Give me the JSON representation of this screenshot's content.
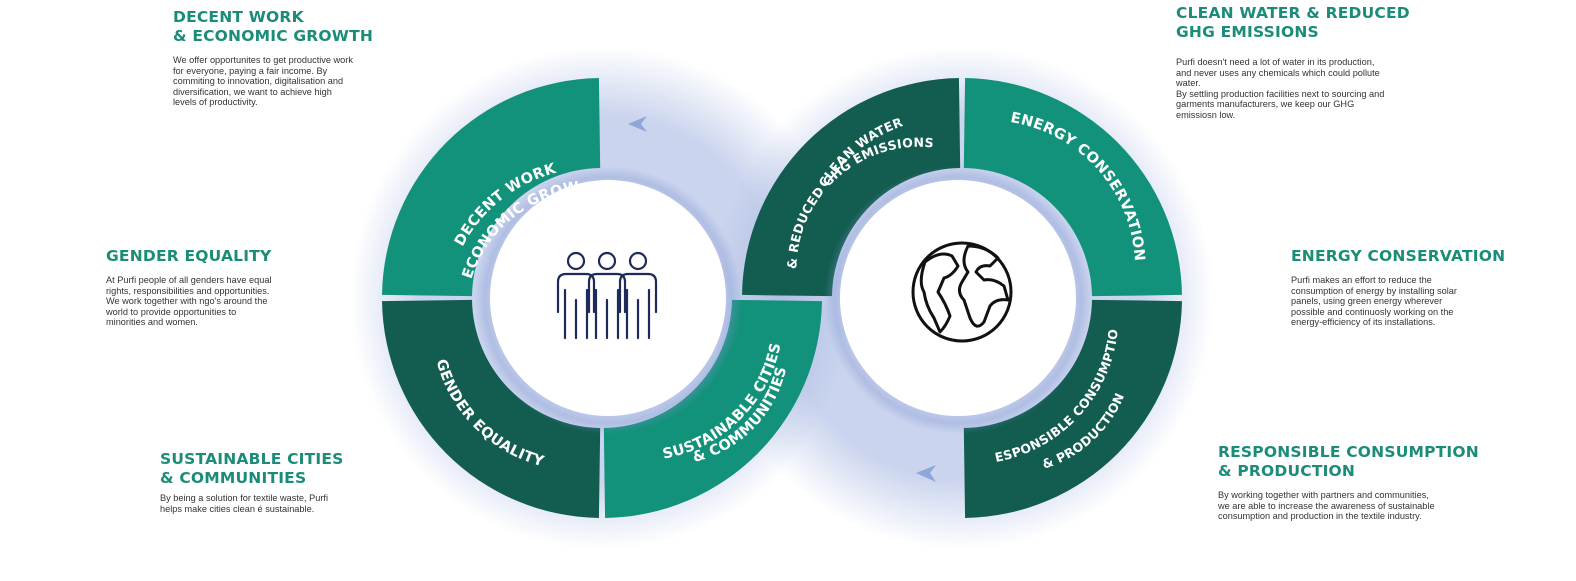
{
  "colors": {
    "light_green": "#12927a",
    "dark_green": "#135d50",
    "heading_green": "#1a8c78",
    "glow_blue": "#9fb1df",
    "icon_navy": "#1e2a5a"
  },
  "icons": {
    "left_center": "people-icon",
    "right_center": "globe-icon",
    "arrows": "arrowhead-icon"
  },
  "segments": {
    "decent_work": {
      "line1": "DECENT WORK",
      "line2": "& ECONOMIC GROWTH"
    },
    "gender_equality": {
      "line1": "GENDER EQUALITY"
    },
    "sustainable_cities": {
      "line1": "SUSTAINABLE CITIES",
      "line2": "& COMMUNITIES"
    },
    "clean_water": {
      "line1": "CLEAN WATER",
      "line2": "& REDUCED GHG EMISSIONS"
    },
    "energy_conservation": {
      "line1": "ENERGY CONSERVATION"
    },
    "responsible_consumption": {
      "line1": "RESPONSIBLE CONSUMPTION",
      "line2": "& PRODUCTION"
    }
  },
  "blocks": {
    "decent_work": {
      "title": [
        "DECENT WORK",
        "& ECONOMIC GROWTH"
      ],
      "text": [
        "We offer opportunites to get productive work",
        "for everyone, paying a fair income. By",
        "commiting to innovation, digitalisation and",
        "diversification, we want to achieve high",
        "levels of productivity."
      ]
    },
    "gender_equality": {
      "title": [
        "GENDER EQUALITY"
      ],
      "text": [
        "At Purfi people of all genders have equal",
        "rights, responsibilities and opportunities.",
        "We work together with ngo's around the",
        "world to provide opportunities to",
        "minorities and women."
      ]
    },
    "sustainable_cities": {
      "title": [
        "SUSTAINABLE CITIES",
        "& COMMUNITIES"
      ],
      "text": [
        "By being a solution for textile waste, Purfi",
        "helps make cities clean é sustainable."
      ]
    },
    "clean_water": {
      "title": [
        "CLEAN WATER & REDUCED",
        "GHG EMISSIONS"
      ],
      "text": [
        "Purfi doesn't need a lot of water in its production,",
        "and never uses any chemicals which could pollute",
        "water.",
        "By settling production facilities next to sourcing and",
        "garments manufacturers, we keep our GHG",
        "emissiosn low."
      ]
    },
    "energy_conservation": {
      "title": [
        "ENERGY CONSERVATION"
      ],
      "text": [
        "Purfi makes an effort to reduce the",
        "consumption of energy by installing solar",
        "panels, using green energy wherever",
        "possible and continuosly working on the",
        "energy-efficiency of its installations."
      ]
    },
    "responsible_consumption": {
      "title": [
        "RESPONSIBLE CONSUMPTION",
        "& PRODUCTION"
      ],
      "text": [
        "By working together with partners and communities,",
        "we are able to increase the awareness of sustainable",
        "consumption and production in the textile industry."
      ]
    }
  }
}
